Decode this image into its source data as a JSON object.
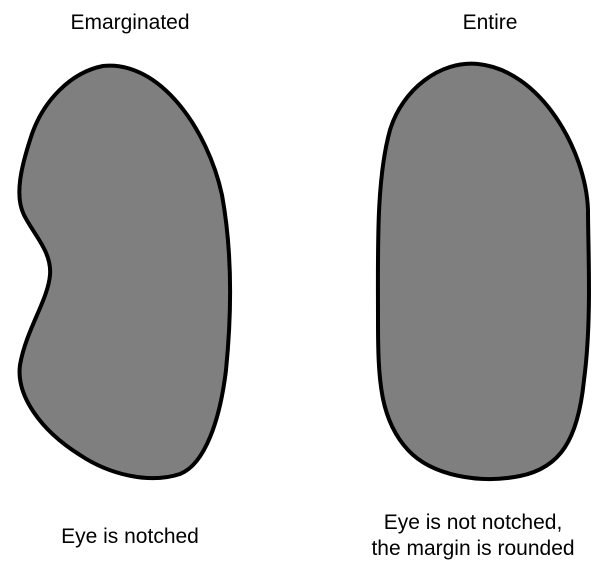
{
  "panels": [
    {
      "title": "Emarginated",
      "caption": [
        "Eye is notched"
      ]
    },
    {
      "title": "Entire",
      "caption": [
        "Eye is not notched,",
        "the margin is rounded"
      ]
    }
  ],
  "colors": {
    "shape_fill": "#7f7f7f",
    "shape_stroke": "#000000",
    "background": "#ffffff"
  }
}
